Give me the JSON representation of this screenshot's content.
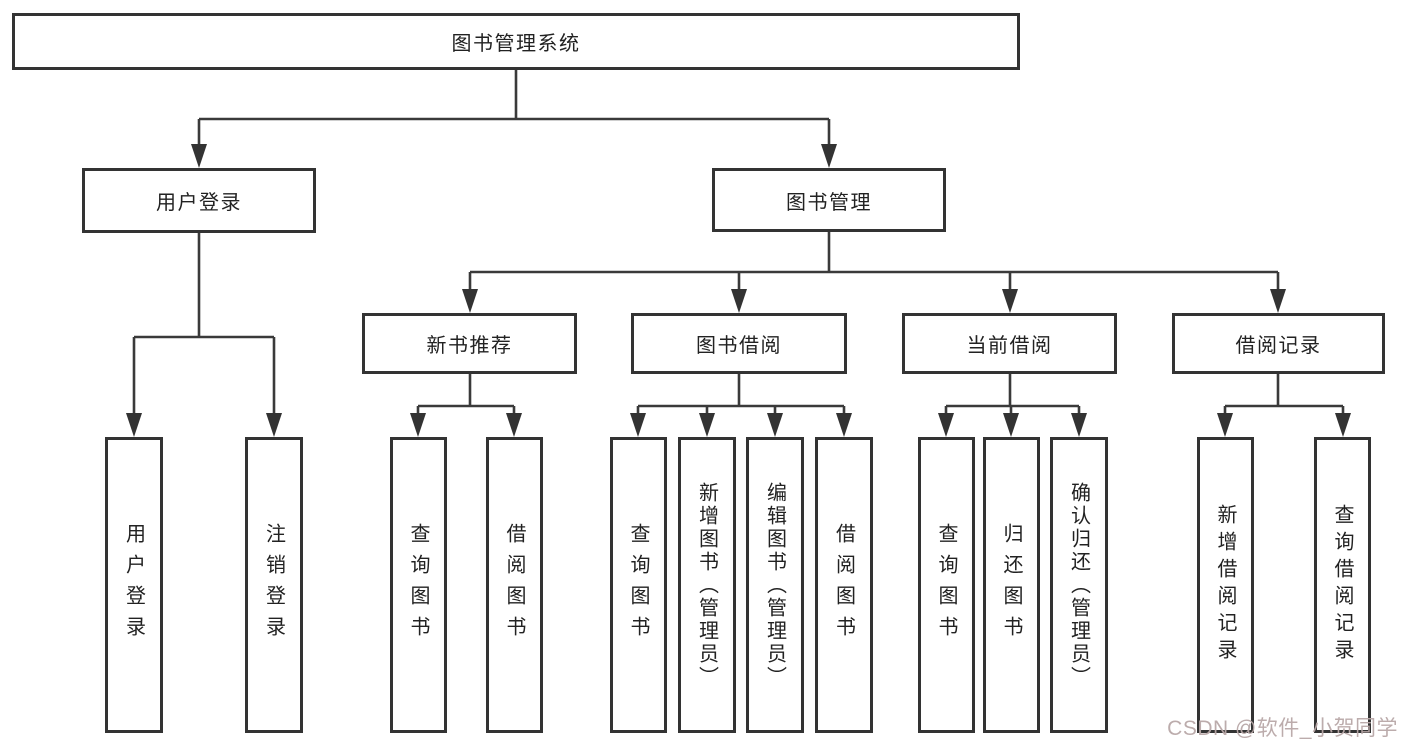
{
  "diagram": {
    "root": {
      "label": "图书管理系统"
    },
    "level2": [
      "用户登录",
      "图书管理"
    ],
    "level3": [
      "新书推荐",
      "图书借阅",
      "当前借阅",
      "借阅记录"
    ],
    "leaves": {
      "user_login": [
        "用户登录",
        "注销登录"
      ],
      "new_book_recommend": [
        "查询图书",
        "借阅图书"
      ],
      "book_borrow": [
        "查询图书",
        "新增图书（管理员）",
        "编辑图书（管理员）",
        "借阅图书"
      ],
      "current_borrow": [
        "查询图书",
        "归还图书",
        "确认归还（管理员）"
      ],
      "borrow_record": [
        "新增借阅记录",
        "查询借阅记录"
      ]
    }
  },
  "watermark": "CSDN @软件_小贺同学",
  "colors": {
    "background": "#ffffff",
    "box_border": "#333333",
    "connector_line": "#3a3a3a",
    "text": "#222222",
    "watermark_text": "#b9a8a8"
  }
}
